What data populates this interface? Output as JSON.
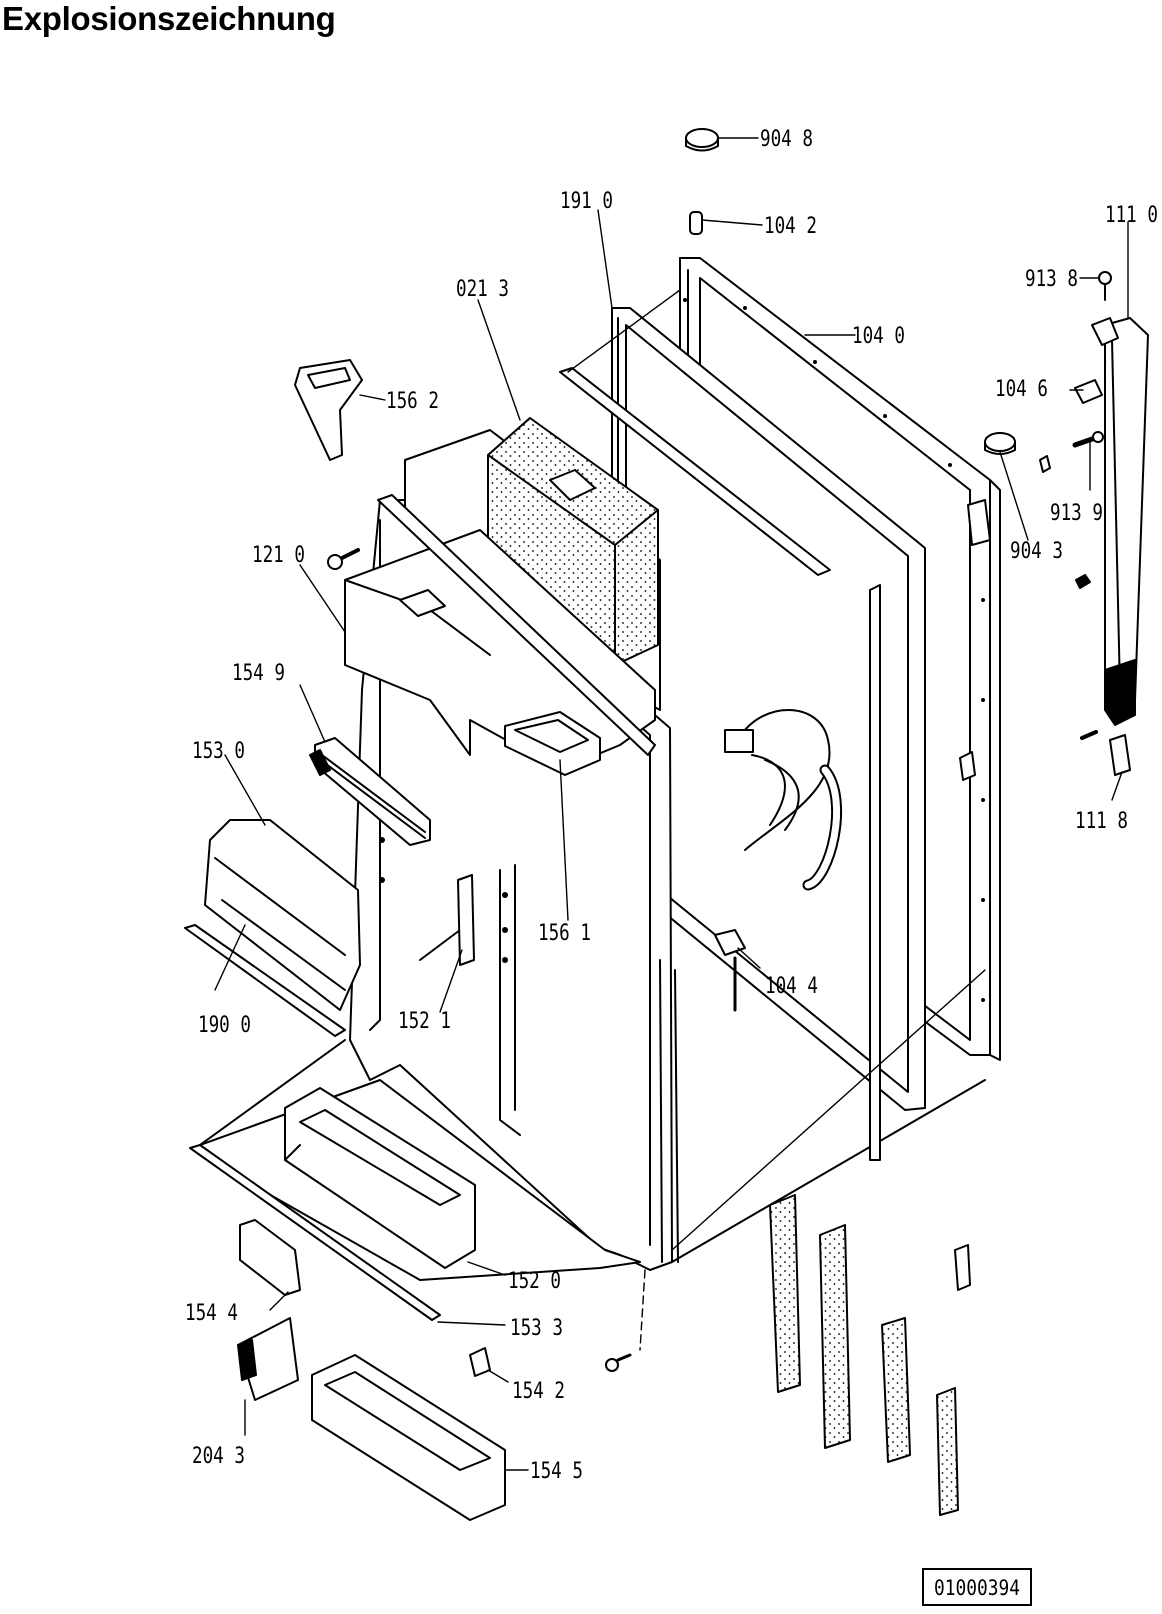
{
  "title": "Explosionszeichnung",
  "document_number": "01000394",
  "part_labels": {
    "p9048": "904 8",
    "p1910": "191 0",
    "p1042": "104 2",
    "p1110": "111 0",
    "p9138": "913 8",
    "p0213": "021 3",
    "p1040": "104 0",
    "p1562": "156 2",
    "p1046": "104 6",
    "p9139": "913 9",
    "p1210": "121 0",
    "p9043": "904 3",
    "p1549": "154 9",
    "p1530": "153 0",
    "p1118": "111 8",
    "p1561": "156 1",
    "p1044": "104 4",
    "p1521": "152 1",
    "p1900": "190 0",
    "p1520": "152 0",
    "p1544": "154 4",
    "p1533": "153 3",
    "p1542": "154 2",
    "p2043": "204 3",
    "p1545": "154 5"
  }
}
